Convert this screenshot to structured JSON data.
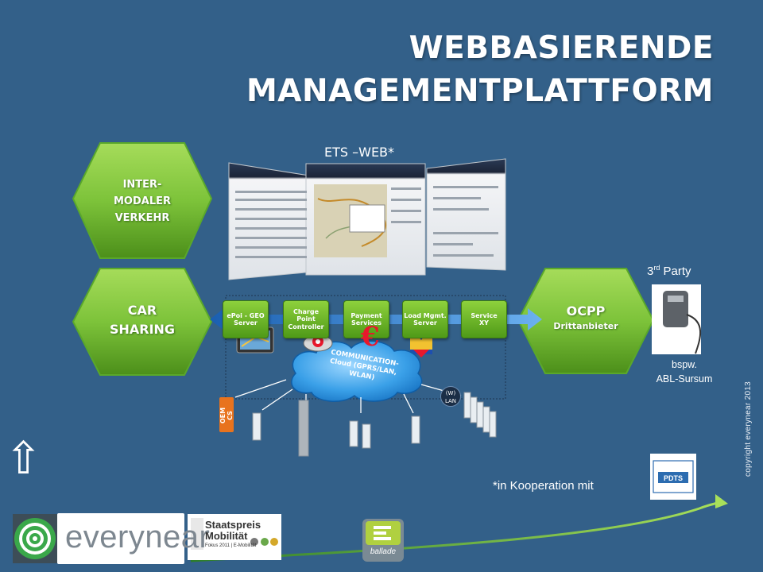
{
  "title": {
    "line1": "WEBBASIERENDE",
    "line2": "MANAGEMENTPLATTFORM"
  },
  "ets_label": "ETS –WEB*",
  "hexagons": {
    "intermodal": [
      "INTER-",
      "MODALER",
      "VERKEHR"
    ],
    "carsharing": [
      "CAR",
      "SHARING"
    ],
    "ocpp": {
      "main": "OCPP",
      "sub": "Drittanbieter"
    }
  },
  "platform_modules": [
    {
      "line1": "ePoi - GEO",
      "line2": "Server"
    },
    {
      "line1": "Charge Point",
      "line2": "Controller"
    },
    {
      "line1": "Payment",
      "line2": "Services"
    },
    {
      "line1": "Load Mgmt.",
      "line2": "Server"
    },
    {
      "line1": "Service",
      "line2": "XY"
    }
  ],
  "cloud": {
    "line1": "COMMUNICATION-",
    "line2": "Cloud  (GPRS/LAN,",
    "line3": "WLAN)"
  },
  "wlan_label": {
    "line1": "(W)",
    "line2": "LAN"
  },
  "oem_label": "OEM CS",
  "euro_symbol": "€",
  "third_party": {
    "prefix": "3",
    "sup": "rd",
    "suffix": " Party"
  },
  "example": {
    "line1": "bspw.",
    "line2": "ABL-Sursum"
  },
  "cooperation": "*in Kooperation mit",
  "pdts_logo": "PDTS",
  "copyright": "copyright everynear 2013",
  "logos": {
    "everynear": "everynear",
    "staatspreis": [
      "Staatspreis",
      "Mobilität",
      "Fokus 2011 | E-Mobilität"
    ],
    "ballade": "ballade"
  },
  "arrow_glyph": "⇧",
  "colors": {
    "background": "#336089",
    "green": "#7dc33a",
    "accent_red": "#e8182c"
  }
}
